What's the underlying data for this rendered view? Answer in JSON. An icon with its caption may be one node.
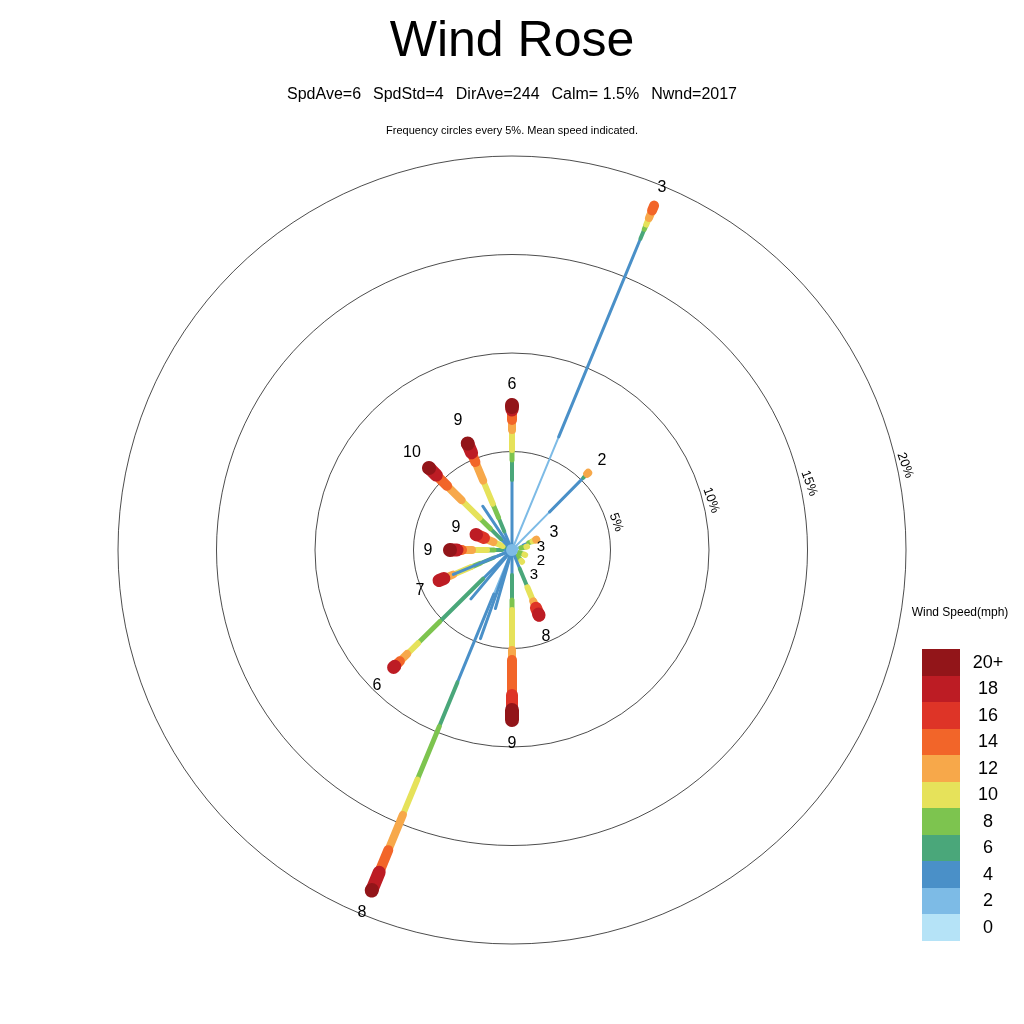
{
  "diagram": {
    "title": "Wind Rose",
    "labels": [
      "SpdAve=6",
      "SpdStd=4",
      "DirAve=244",
      "Calm= 1.5%",
      "Nwnd=2017",
      "Frequency circles every 5%. Mean speed indicated.",
      "3",
      "6",
      "9",
      "10",
      "2",
      "20%",
      "15%",
      "10%",
      "5%",
      "9",
      "3",
      "9",
      "3",
      "2",
      "3",
      "7",
      "Wind Speed(mph)",
      "8",
      "6",
      "9",
      "8"
    ],
    "legend": [
      {
        "text": "20+",
        "color": "#921519"
      },
      {
        "text": "18",
        "color": "#bd1c24"
      },
      {
        "text": "16",
        "color": "#de3427"
      },
      {
        "text": "14",
        "color": "#f26529"
      },
      {
        "text": "12",
        "color": "#f7a84a"
      },
      {
        "text": "10",
        "color": "#e6e25a"
      },
      {
        "text": "8",
        "color": "#7dc44f"
      },
      {
        "text": "6",
        "color": "#4aa77a"
      },
      {
        "text": "4",
        "color": "#4a90c8"
      },
      {
        "text": "2",
        "color": "#7dbbe6"
      },
      {
        "text": "0",
        "color": "#b5e3f7"
      }
    ]
  }
}
